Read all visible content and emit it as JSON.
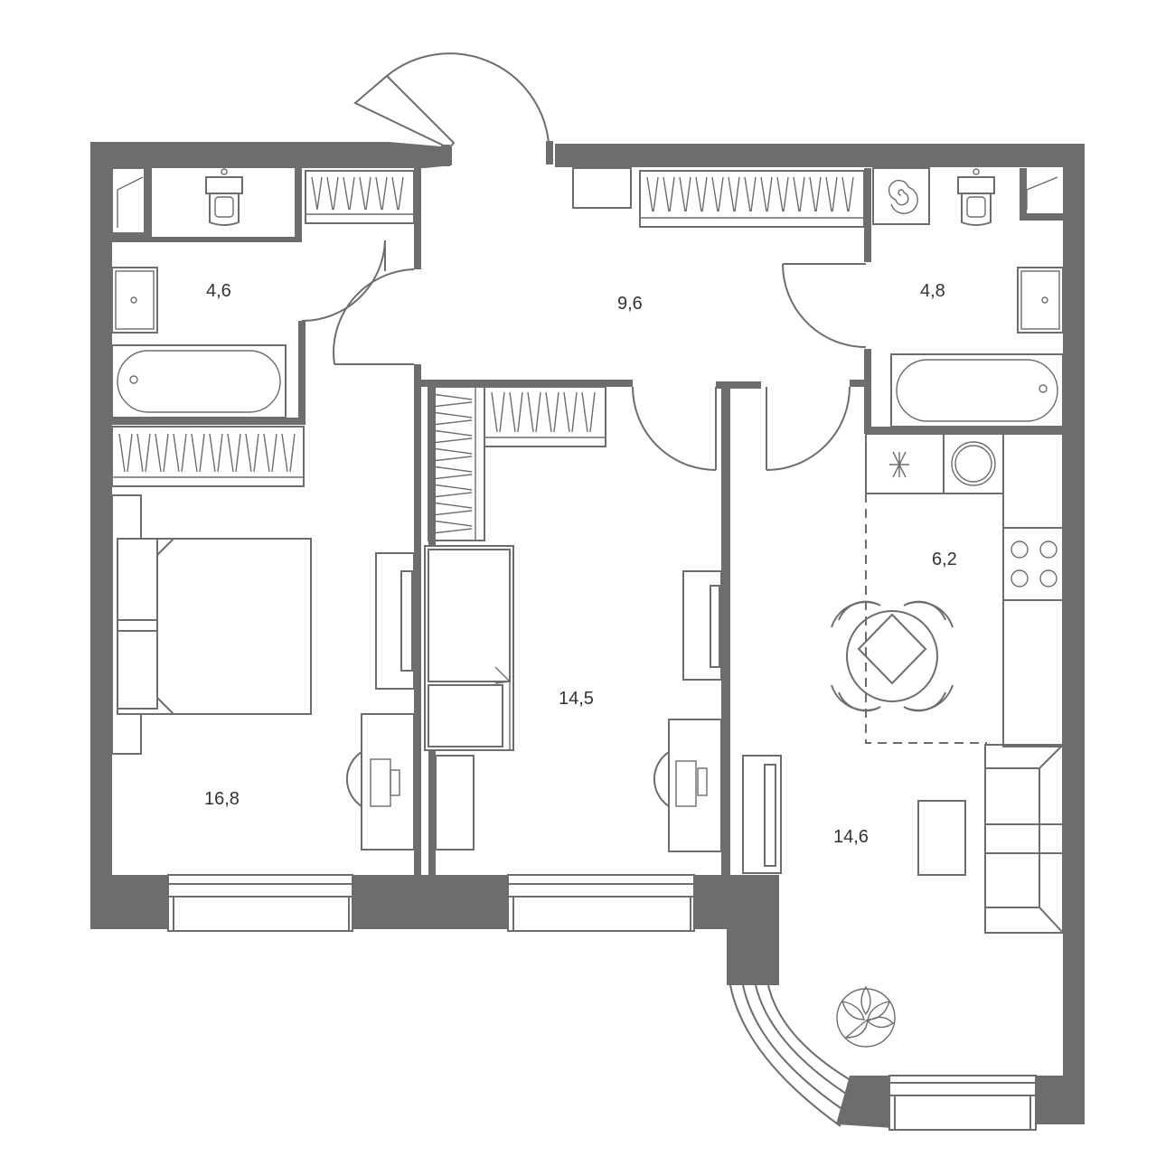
{
  "rooms": [
    {
      "id": "bathroom-left",
      "area": "4,6"
    },
    {
      "id": "hallway",
      "area": "9,6"
    },
    {
      "id": "bathroom-right",
      "area": "4,8"
    },
    {
      "id": "kitchen",
      "area": "6,2"
    },
    {
      "id": "bedroom",
      "area": "16,8"
    },
    {
      "id": "bedroom-middle",
      "area": "14,5"
    },
    {
      "id": "living-room",
      "area": "14,6"
    }
  ],
  "colors": {
    "wall": "#6b6e6b",
    "background": "#ffffff",
    "text": "#333333"
  }
}
